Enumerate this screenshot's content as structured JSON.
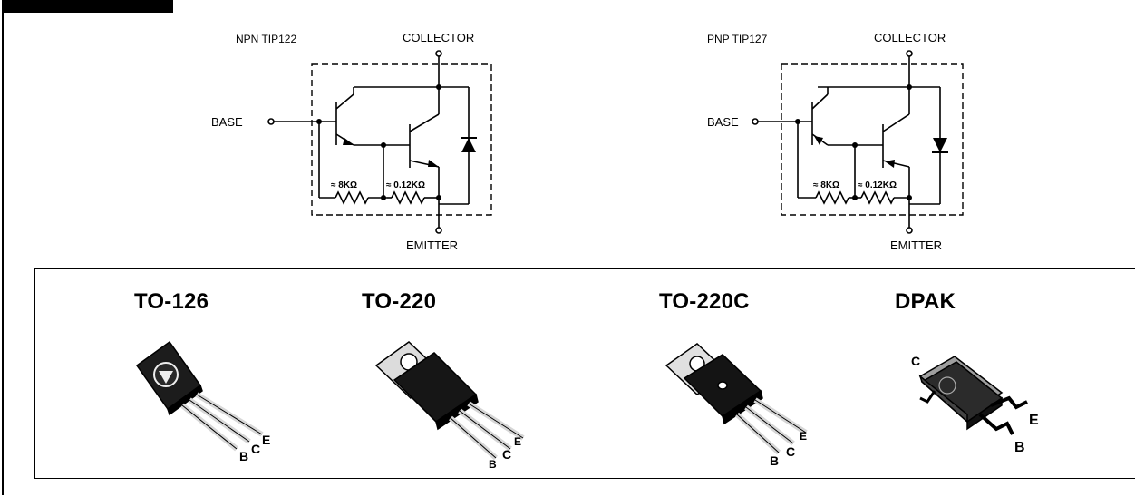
{
  "header": {
    "title_visible": ""
  },
  "circuits": [
    {
      "id": "npn",
      "part": "NPN  TIP122",
      "collector": "COLLECTOR",
      "base": "BASE",
      "emitter": "EMITTER",
      "r1": "≈ 8KΩ",
      "r2": "≈ 0.12KΩ"
    },
    {
      "id": "pnp",
      "part": "PNP  TIP127",
      "collector": "COLLECTOR",
      "base": "BASE",
      "emitter": "EMITTER",
      "r1": "≈ 8KΩ",
      "r2": "≈ 0.12KΩ"
    }
  ],
  "packages": [
    {
      "name": "TO-126",
      "pins": [
        "B",
        "C",
        "E"
      ]
    },
    {
      "name": "TO-220",
      "pins": [
        "B",
        "C",
        "E"
      ]
    },
    {
      "name": "TO-220C",
      "pins": [
        "B",
        "C",
        "E"
      ]
    },
    {
      "name": "DPAK",
      "pins": [
        "C",
        "E",
        "B"
      ]
    }
  ],
  "colors": {
    "ink": "#000000",
    "body": "#1a1a1a",
    "tab": "#cfcfcf",
    "leg": "#d6d6d6",
    "paper": "#ffffff"
  }
}
